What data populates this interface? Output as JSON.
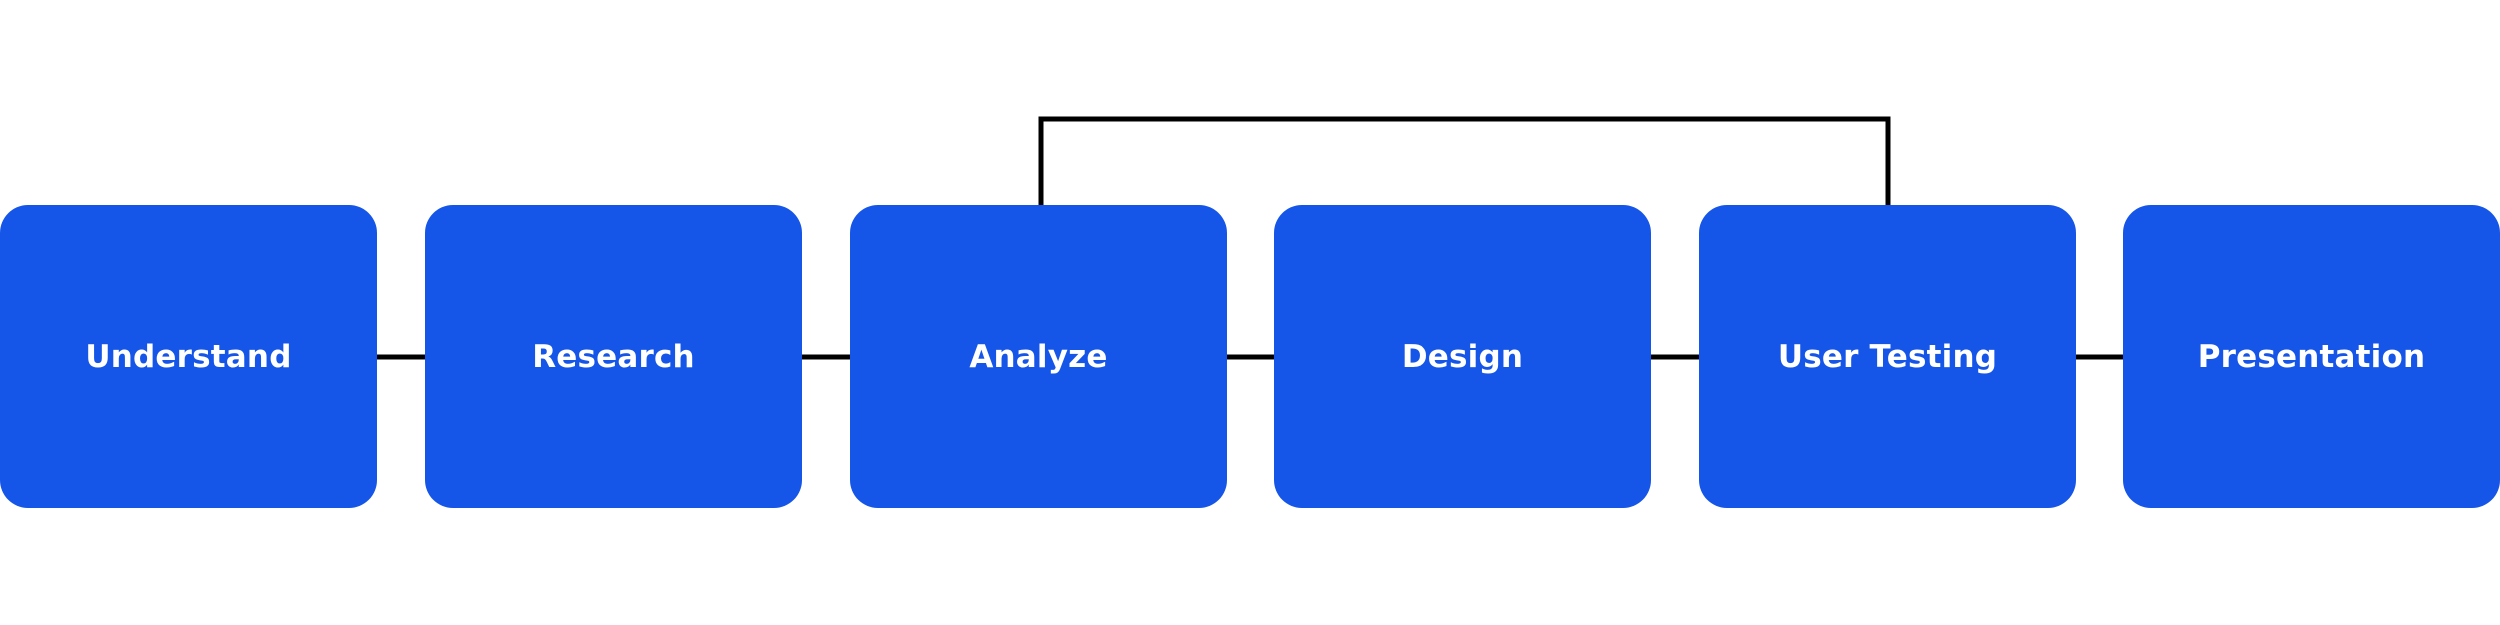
{
  "colors": {
    "box_fill": "#1556E8",
    "label": "#FFFFFF",
    "connector": "#000000",
    "background": "#FFFFFF"
  },
  "steps": [
    {
      "label": "Understand"
    },
    {
      "label": "Research"
    },
    {
      "label": "Analyze"
    },
    {
      "label": "Design"
    },
    {
      "label": "User Testing"
    },
    {
      "label": "Presentation"
    }
  ],
  "links": [
    {
      "from": "Understand",
      "to": "Research"
    },
    {
      "from": "Research",
      "to": "Analyze"
    },
    {
      "from": "Analyze",
      "to": "Design"
    },
    {
      "from": "Design",
      "to": "User Testing"
    },
    {
      "from": "User Testing",
      "to": "Presentation"
    },
    {
      "from": "Analyze",
      "to": "User Testing"
    }
  ]
}
